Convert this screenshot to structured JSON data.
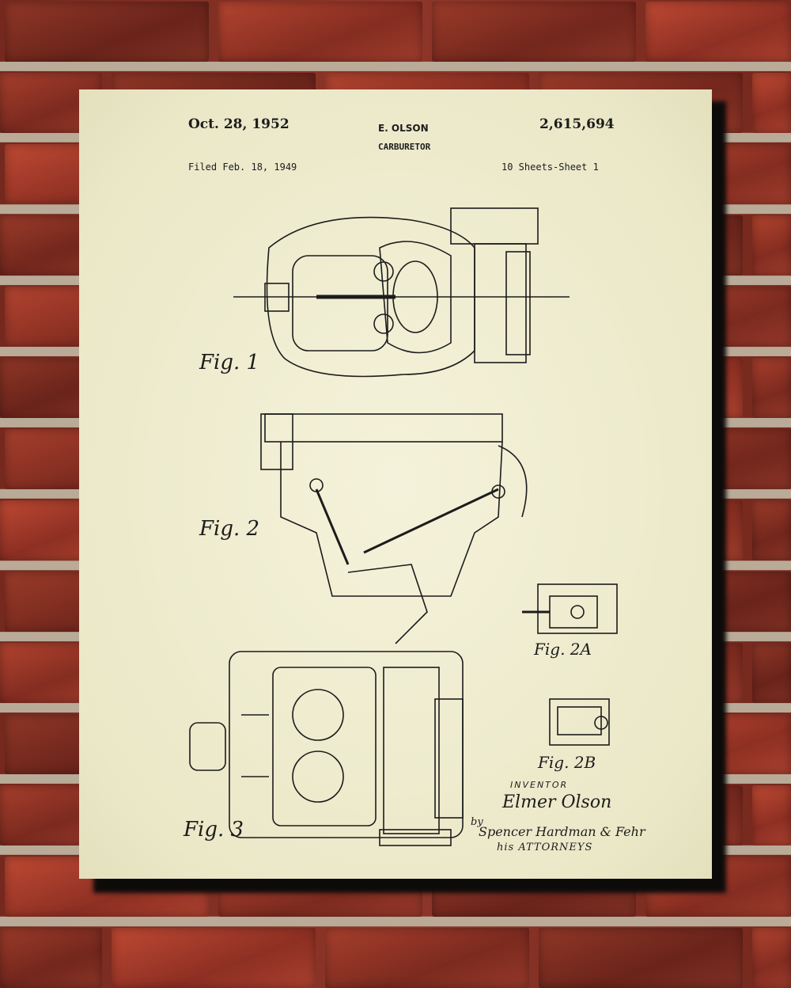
{
  "patent": {
    "date": "Oct. 28, 1952",
    "inventor_header": "E. OLSON",
    "title": "CARBURETOR",
    "number": "2,615,694",
    "filed": "Filed Feb. 18, 1949",
    "sheets": "10 Sheets-Sheet 1"
  },
  "figures": {
    "fig1": "Fig. 1",
    "fig2": "Fig. 2",
    "fig2a": "Fig. 2A",
    "fig2b": "Fig. 2B",
    "fig3": "Fig. 3"
  },
  "signature": {
    "inventor_label": "INVENTOR",
    "inventor_name": "Elmer Olson",
    "by": "by",
    "attorneys_firm": "Spencer Hardman & Fehr",
    "attorneys_label": "his ATTORNEYS"
  },
  "colors": {
    "paper": "#efecd0",
    "ink": "#1c1c1c",
    "brick": "#8a2f22",
    "mortar": "#b9ab98"
  }
}
